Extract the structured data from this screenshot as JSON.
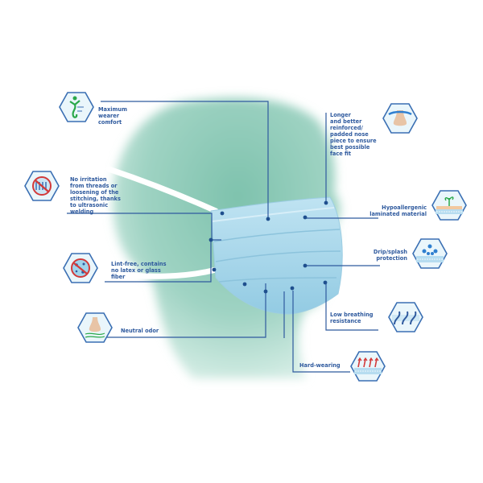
{
  "figure": {
    "subject": "surgical face mask features diagram",
    "colors": {
      "line": "#2f5a9e",
      "text": "#2f5a9e",
      "head": "#8fcab6",
      "mask": "#a9d8ec",
      "strap": "#ffffff",
      "hex_border": "#3a6fb3",
      "hex_fill": "#e8f5fb"
    }
  },
  "features": [
    {
      "id": "comfort",
      "side": "left",
      "icon": "person-comfort-icon",
      "label": "Maximum\nwearer\ncomfort"
    },
    {
      "id": "welding",
      "side": "left",
      "icon": "no-stitching-icon",
      "label": "No irritation\nfrom threads or\nloosening of the\nstitching, thanks\nto ultrasonic\nwelding"
    },
    {
      "id": "lint",
      "side": "left",
      "icon": "no-fiber-icon",
      "label": "Lint-free, contains\nno latex or glass\nfiber"
    },
    {
      "id": "odor",
      "side": "left",
      "icon": "nose-neutral-icon",
      "label": "Neutral odor"
    },
    {
      "id": "nose",
      "side": "right",
      "icon": "nose-piece-icon",
      "label": "Longer\nand better\nreinforced/\npadded nose\npiece to ensure\nbest possible\nface fit"
    },
    {
      "id": "hypo",
      "side": "right",
      "icon": "sprout-layer-icon",
      "label": "Hypoallergenic\nlaminated material"
    },
    {
      "id": "splash",
      "side": "right",
      "icon": "droplets-icon",
      "label": "Drip/splash\nprotection"
    },
    {
      "id": "breath",
      "side": "right",
      "icon": "airflow-icon",
      "label": "Low breathing\nresistance"
    },
    {
      "id": "wear",
      "side": "right",
      "icon": "arrows-up-icon",
      "label": "Hard-wearing"
    }
  ]
}
